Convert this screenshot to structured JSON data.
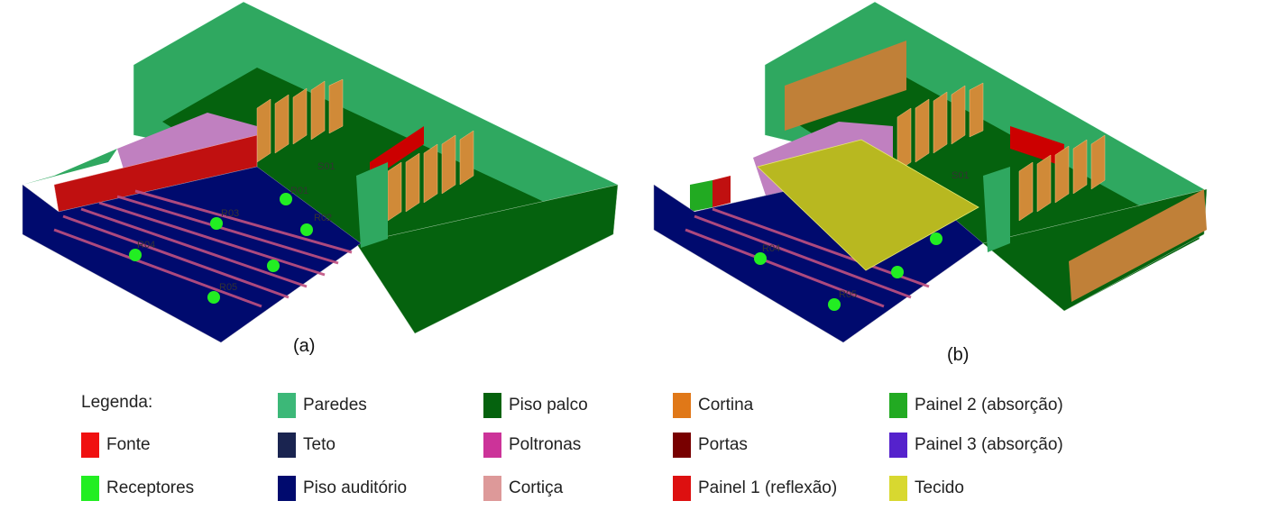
{
  "captions": {
    "a": "(a)",
    "b": "(b)"
  },
  "model_labels": {
    "source": "S01",
    "r1": "R01",
    "r2": "R02",
    "r3": "R03",
    "r4": "R04",
    "r5": "R05"
  },
  "legend": {
    "title": "Legenda:",
    "items": [
      {
        "label": "Fonte",
        "color": "#f01010"
      },
      {
        "label": "Receptores",
        "color": "#22ee22"
      },
      {
        "label": "Paredes",
        "color": "#3cb878"
      },
      {
        "label": "Teto",
        "color": "#1a2450"
      },
      {
        "label": "Piso auditório",
        "color": "#000a6e"
      },
      {
        "label": "Piso palco",
        "color": "#05620e"
      },
      {
        "label": "Poltronas",
        "color": "#cc3399"
      },
      {
        "label": "Cortiça",
        "color": "#dd9999"
      },
      {
        "label": "Cortina",
        "color": "#e07818"
      },
      {
        "label": "Portas",
        "color": "#780000"
      },
      {
        "label": "Painel 1 (reflexão)",
        "color": "#dd1010"
      },
      {
        "label": "Painel 2 (absorção)",
        "color": "#22aa22"
      },
      {
        "label": "Painel 3 (absorção)",
        "color": "#5522cc"
      },
      {
        "label": "Tecido",
        "color": "#d8d830"
      }
    ]
  }
}
